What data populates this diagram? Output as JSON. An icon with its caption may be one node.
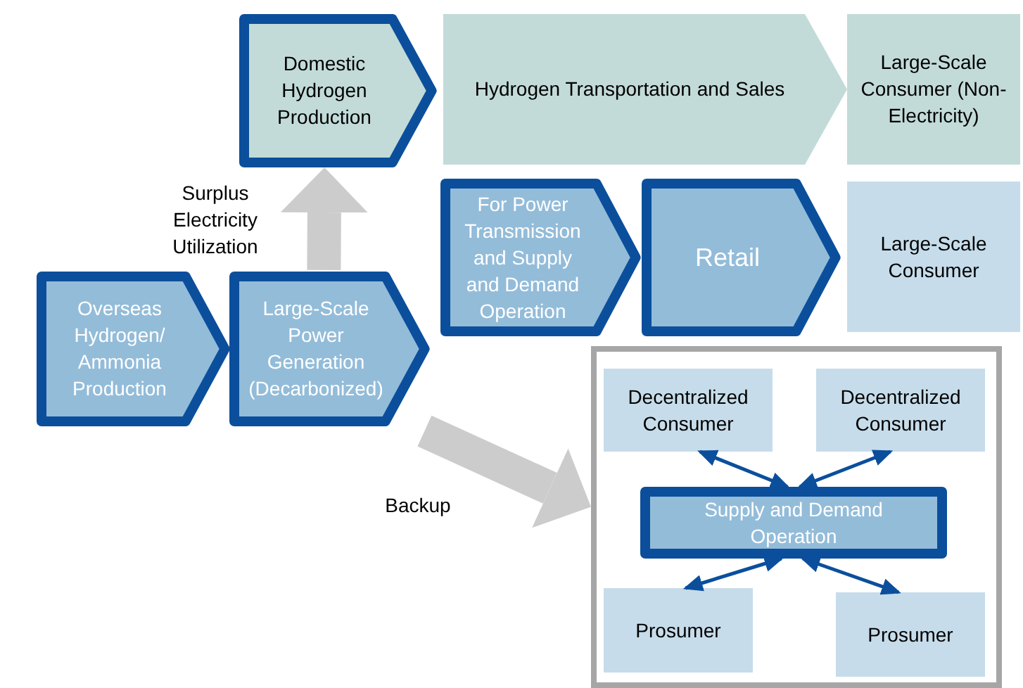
{
  "diagram": {
    "nodes": [
      {
        "text": [
          "Domestic Hydrogen Production"
        ]
      },
      {
        "text": [
          "Hydrogen Transportation and Sales"
        ]
      },
      {
        "text": [
          "Large-Scale Consumer (Non-Electricity)"
        ]
      },
      {
        "text": [
          "For Power Transmission and Supply and Demand Operation"
        ]
      },
      {
        "text": [
          "Retail"
        ]
      },
      {
        "text": [
          "Large-Scale Consumer"
        ]
      },
      {
        "text": [
          "Overseas Hydrogen/ Ammonia Production"
        ]
      },
      {
        "text": [
          "Large-Scale Power Generation (Decarbonized)"
        ]
      },
      {
        "text": [],
        "shape": "box"
      },
      {
        "text": [
          "Decentralized Consumer"
        ],
        "in": 8
      },
      {
        "text": [
          "Decentralized Consumer"
        ],
        "in": 8
      },
      {
        "text": [
          "Supply and Demand Operation"
        ],
        "in": 8
      },
      {
        "text": [
          "Prosumer"
        ],
        "in": 8
      },
      {
        "text": [
          "Prosumer"
        ],
        "in": 8
      }
    ],
    "edges": [
      {
        "from": 7,
        "to": 0,
        "arrow": "to",
        "label": "Surplus Electricity Utilization",
        "style": "thick",
        "color": "#cccccc"
      },
      {
        "from": 7,
        "to": 8,
        "arrow": "to",
        "label": "Backup",
        "style": "thick",
        "color": "#cccccc"
      },
      {
        "from": 11,
        "to": 9,
        "arrow": "both"
      },
      {
        "from": 11,
        "to": 10,
        "arrow": "both"
      },
      {
        "from": 11,
        "to": 12,
        "arrow": "both"
      },
      {
        "from": 11,
        "to": 13,
        "arrow": "both"
      }
    ]
  }
}
